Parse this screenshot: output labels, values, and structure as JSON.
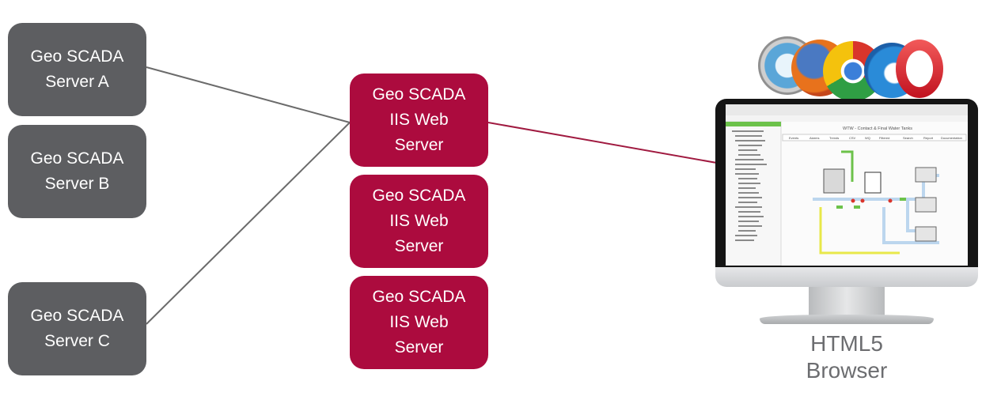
{
  "servers": [
    {
      "line1": "Geo SCADA",
      "line2": "Server A"
    },
    {
      "line1": "Geo SCADA",
      "line2": "Server B"
    },
    {
      "line1": "Geo SCADA",
      "line2": "Server C"
    }
  ],
  "iis_servers": [
    {
      "line1": "Geo SCADA",
      "line2": "IIS Web",
      "line3": "Server"
    },
    {
      "line1": "Geo SCADA",
      "line2": "IIS Web",
      "line3": "Server"
    },
    {
      "line1": "Geo SCADA",
      "line2": "IIS Web",
      "line3": "Server"
    }
  ],
  "client": {
    "line1": "HTML5",
    "line2": "Browser"
  },
  "screen": {
    "page_title": "WTW - Contact & Final Water Tanks",
    "tabs": [
      "Events",
      "Alarms",
      "Trends",
      "CSV",
      "WQ",
      "Filtered",
      "Search",
      "Report",
      "Documentation"
    ]
  },
  "browser_icons": [
    "safari-icon",
    "firefox-icon",
    "chrome-icon",
    "ie-icon",
    "opera-icon"
  ],
  "colors": {
    "server": "#5d5e61",
    "iis": "#ac0b3e",
    "wire_gray": "#6b6b6b",
    "wire_red": "#a01a40"
  }
}
